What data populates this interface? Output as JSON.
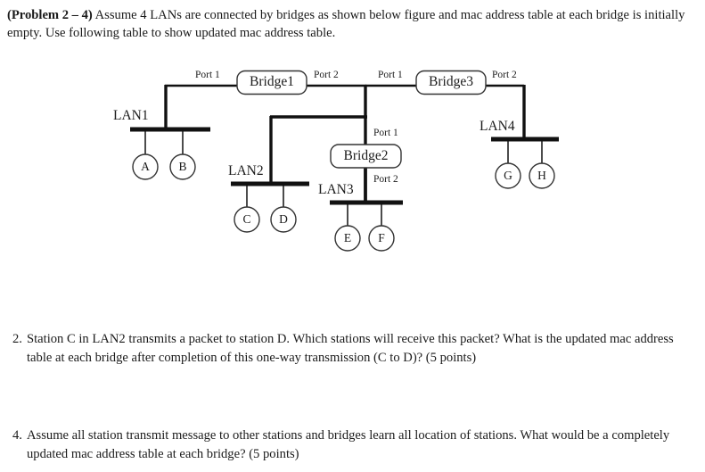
{
  "intro": {
    "label_bold": "(Problem 2 – 4)",
    "body": " Assume 4 LANs are connected by bridges as shown below figure and mac address table at each bridge is initially empty. Use following table to show updated mac address table."
  },
  "figure": {
    "bridges": [
      {
        "id": "bridge1",
        "label": "Bridge1",
        "port_left": "Port 1",
        "port_right": "Port 2"
      },
      {
        "id": "bridge2",
        "label": "Bridge2",
        "port_top": "Port 1",
        "port_bottom": "Port 2"
      },
      {
        "id": "bridge3",
        "label": "Bridge3",
        "port_left": "Port 1",
        "port_right": "Port 2"
      }
    ],
    "lans": [
      {
        "id": "lan1",
        "label": "LAN1",
        "stations": [
          "A",
          "B"
        ]
      },
      {
        "id": "lan2",
        "label": "LAN2",
        "stations": [
          "C",
          "D"
        ]
      },
      {
        "id": "lan3",
        "label": "LAN3",
        "stations": [
          "E",
          "F"
        ]
      },
      {
        "id": "lan4",
        "label": "LAN4",
        "stations": [
          "G",
          "H"
        ]
      }
    ],
    "colors": {
      "line": "#111111",
      "stroke": "#333333",
      "background": "#ffffff"
    }
  },
  "questions": [
    {
      "number": "2.",
      "text": "Station C in LAN2 transmits a packet to station D. Which stations will receive this packet? What is the updated mac address table at each bridge after completion of this one-way transmission (C to D)? (5 points)"
    },
    {
      "number": "4.",
      "text": "Assume all station transmit message to other stations and bridges learn all location of stations. What would be a completely updated mac address table at each bridge? (5 points)"
    }
  ]
}
